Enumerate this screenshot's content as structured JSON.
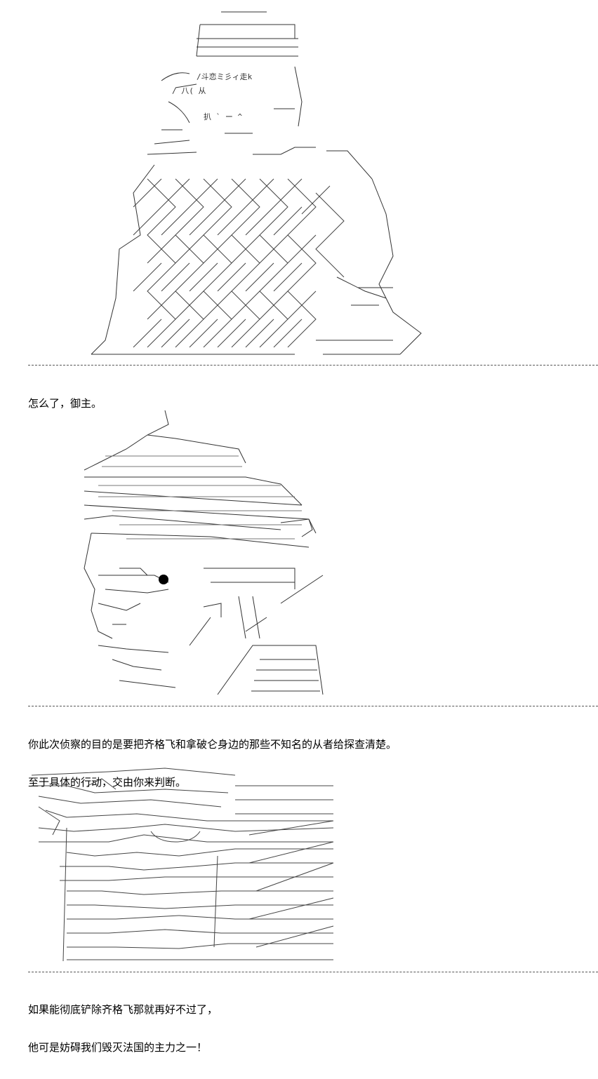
{
  "panels": [
    {
      "art_name": "ascii-art-knight-figure",
      "caption_lines": [
        "怎么了，御主。"
      ],
      "art_fragments": [
        "/斗恋ミ彡ィ走k",
        "/ 八( 从",
        "扒 ` ー ^"
      ]
    },
    {
      "art_name": "ascii-art-man-face",
      "caption_lines": [
        "你此次侦察的目的是要把齐格飞和拿破仑身边的那些不知名的从者给探查清楚。",
        "至于具体的行动，交由你来判断。"
      ],
      "art_fragments": []
    },
    {
      "art_name": "ascii-art-robed-figure",
      "caption_lines": [
        "如果能彻底铲除齐格飞那就再好不过了，",
        "他可是妨碍我们毁灭法国的主力之一！"
      ],
      "art_fragments": []
    }
  ]
}
